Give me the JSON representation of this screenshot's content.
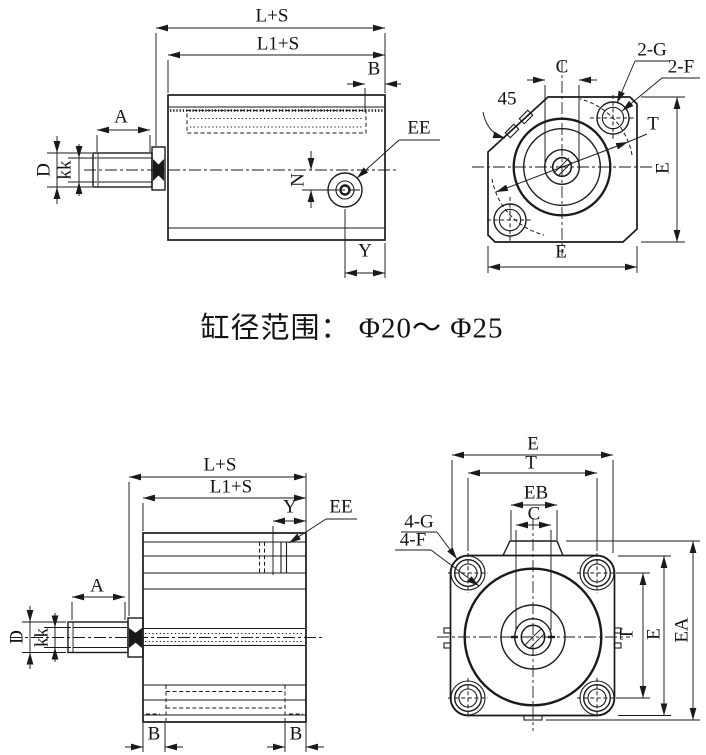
{
  "note": {
    "bore_range_text": "缸径范围： Φ20～ Φ25"
  },
  "views": {
    "top_side": {
      "dims": {
        "l_plus_s": "L+S",
        "l1_plus_s": "L1+S",
        "b": "B",
        "a": "A",
        "d": "D",
        "kk": "kk",
        "n": "N",
        "ee": "EE",
        "y": "Y"
      }
    },
    "top_end": {
      "dims": {
        "c": "C",
        "angle_45": "45",
        "two_g": "2-G",
        "two_f": "2-F",
        "t": "T",
        "e_height": "E",
        "e_width": "E"
      }
    },
    "bottom_side": {
      "dims": {
        "l_plus_s": "L+S",
        "l1_plus_s": "L1+S",
        "y": "Y",
        "ee": "EE",
        "a": "A",
        "d": "D",
        "kk": "kk",
        "b_left": "B",
        "b_right": "B"
      }
    },
    "bottom_end": {
      "dims": {
        "e_width": "E",
        "t_width": "T",
        "eb": "EB",
        "c": "C",
        "four_g": "4-G",
        "four_f": "4-F",
        "t_height": "T",
        "e_height": "E",
        "ea": "EA"
      }
    }
  }
}
